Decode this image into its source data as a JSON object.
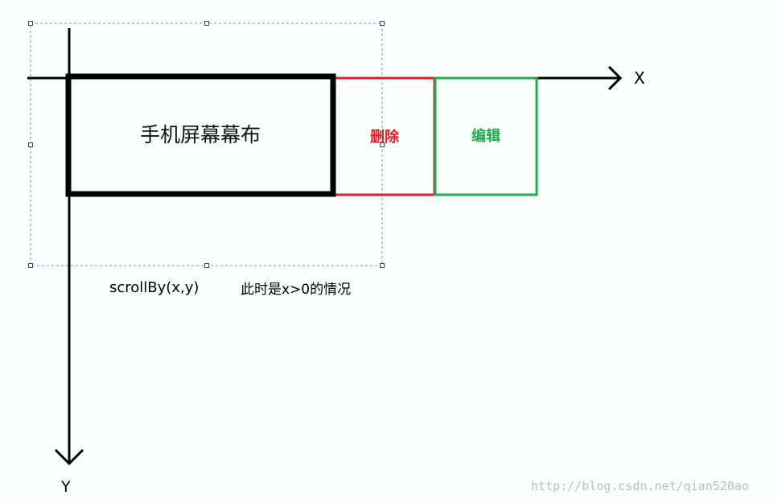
{
  "diagram": {
    "screen_label": "手机屏幕幕布",
    "delete_label": "删除",
    "edit_label": "编辑",
    "x_axis_label": "X",
    "y_axis_label": "Y",
    "caption_scroll": "scrollBy(x,y)",
    "caption_note": "此时是x>0的情况",
    "watermark": "http://blog.csdn.net/qian520ao"
  },
  "colors": {
    "background": "#f9feff",
    "screen_border": "#000000",
    "delete_border": "#e31d22",
    "edit_border": "#1fae4c",
    "selection_dash": "#5a9fd0"
  }
}
